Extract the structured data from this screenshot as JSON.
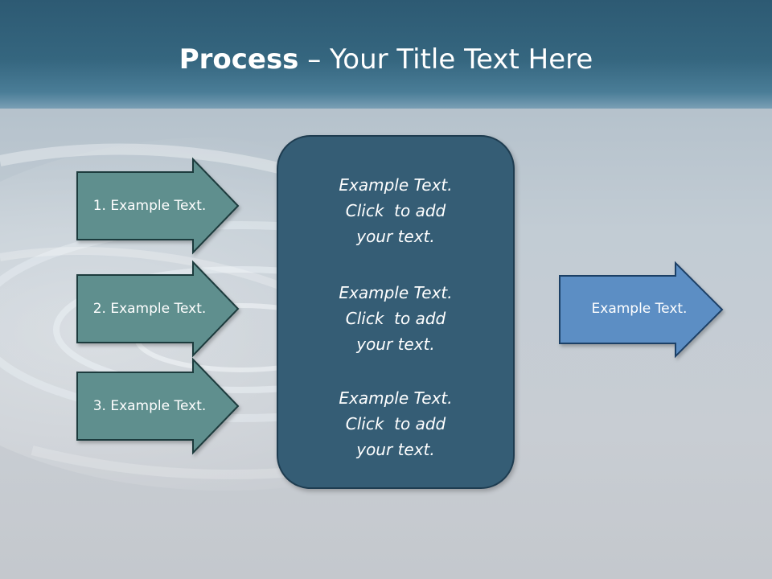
{
  "title": {
    "bold": "Process",
    "rest": " – Your Title Text Here"
  },
  "steps": [
    {
      "label": "1. Example Text."
    },
    {
      "label": "2. Example Text."
    },
    {
      "label": "3. Example Text."
    }
  ],
  "center": {
    "blocks": [
      {
        "line1": "Example Text.",
        "line2": "Click  to add",
        "line3": "your text."
      },
      {
        "line1": "Example Text.",
        "line2": "Click  to add",
        "line3": "your text."
      },
      {
        "line1": "Example Text.",
        "line2": "Click  to add",
        "line3": "your text."
      }
    ]
  },
  "output": {
    "label": "Example Text."
  },
  "colors": {
    "header": "#35667f",
    "step_arrow": "#5f8f8e",
    "center_box": "#355d75",
    "output_arrow": "#5b8ec4"
  }
}
